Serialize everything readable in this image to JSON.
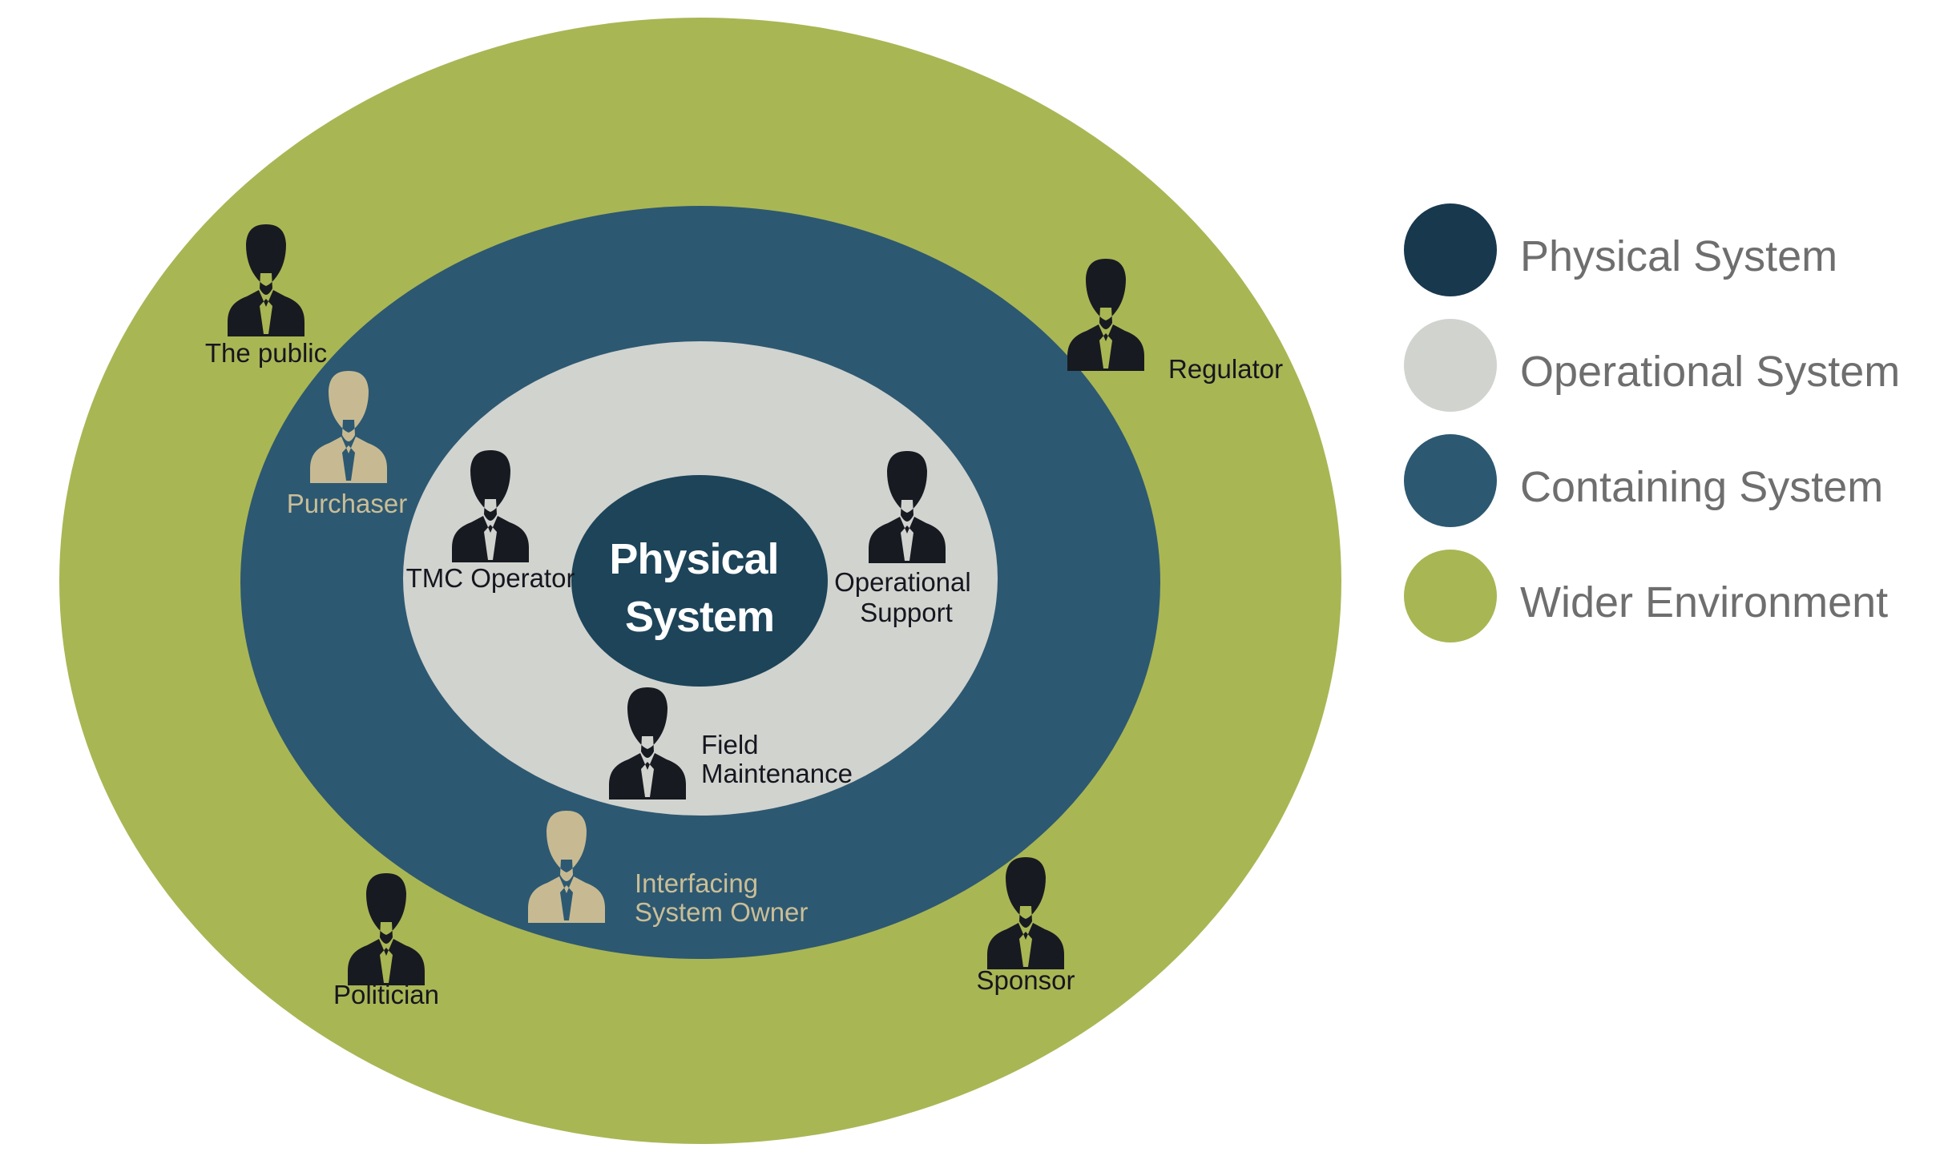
{
  "diagram": {
    "rings": [
      {
        "name": "Wider Environment",
        "color": "#a9b654"
      },
      {
        "name": "Containing System",
        "color": "#2d5871"
      },
      {
        "name": "Operational System",
        "color": "#d1d3cf"
      },
      {
        "name": "Physical System",
        "color": "#1d4459"
      }
    ],
    "center": {
      "line1": "Physical",
      "line2": "System"
    },
    "stakeholders": {
      "the_public": {
        "label": "The public"
      },
      "purchaser": {
        "label": "Purchaser"
      },
      "tmc_operator": {
        "label": "TMC Operator"
      },
      "operational_support": {
        "line1": "Operational",
        "line2": "Support"
      },
      "field_maintenance": {
        "line1": "Field",
        "line2": "Maintenance"
      },
      "interfacing_system_owner": {
        "line1": "Interfacing",
        "line2": "System Owner"
      },
      "politician": {
        "label": "Politician"
      },
      "sponsor": {
        "label": "Sponsor"
      },
      "regulator": {
        "label": "Regulator"
      }
    }
  },
  "legend": {
    "items": [
      {
        "label": "Physical System",
        "color": "#18384e"
      },
      {
        "label": "Operational System",
        "color": "#d1d3cf"
      },
      {
        "label": "Containing System",
        "color": "#2d5871"
      },
      {
        "label": "Wider Environment",
        "color": "#a9b654"
      }
    ]
  },
  "colors": {
    "background": "#ffffff",
    "wider_green": "#a9b654",
    "containing_blue": "#2d5871",
    "operational_gray": "#d1d3cf",
    "physical_navy": "#1d4459",
    "icon_dark": "#181a21",
    "icon_tan": "#c7ba92",
    "label_dark": "#16161f",
    "label_tan": "#cabe97",
    "center_text": "#ffffff",
    "legend_text": "#6e6e6e"
  }
}
